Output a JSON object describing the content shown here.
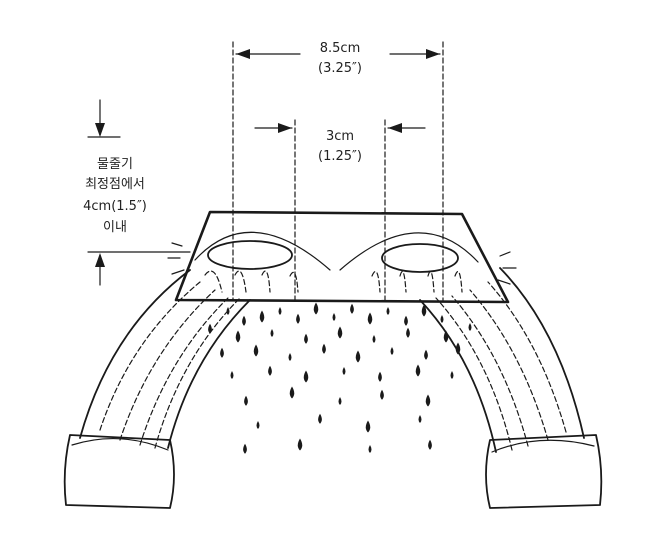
{
  "dimensions": {
    "outer_metric": "8.5cm",
    "outer_imperial": "(3.25″)",
    "inner_metric": "3cm",
    "inner_imperial": "(1.25″)"
  },
  "height_note": {
    "line1": "물줄기",
    "line2": "최정점에서",
    "line3": "4cm(1.5″)",
    "line4": "이내"
  }
}
